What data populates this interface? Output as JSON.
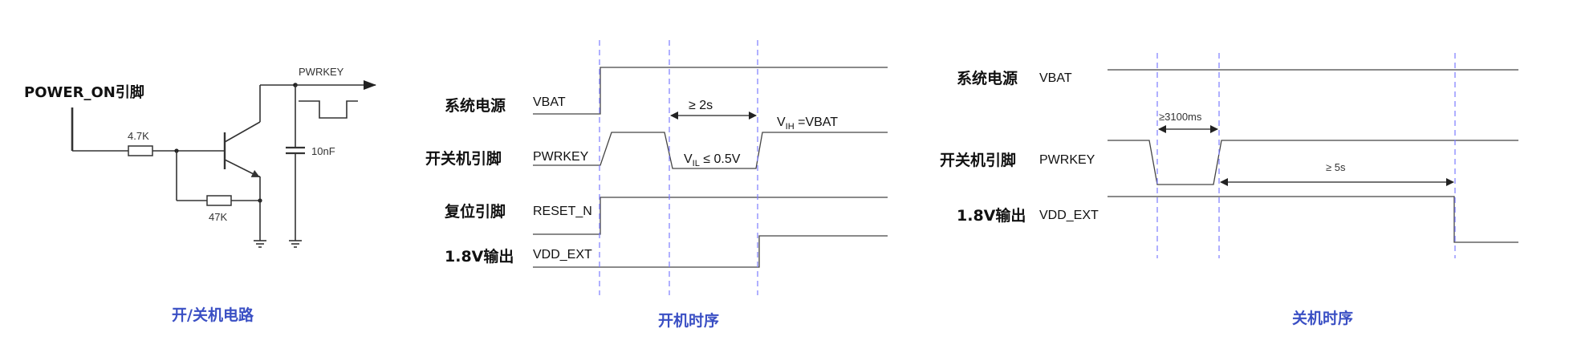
{
  "circuit": {
    "input_label": "POWER_ON引脚",
    "r1": "4.7K",
    "r2": "47K",
    "cap": "10nF",
    "output_label": "PWRKEY",
    "caption": "开/关机电路"
  },
  "power_on": {
    "caption": "开机时序",
    "signals": [
      {
        "cn": "系统电源",
        "en": "VBAT"
      },
      {
        "cn": "开关机引脚",
        "en": "PWRKEY"
      },
      {
        "cn": "复位引脚",
        "en": "RESET_N"
      },
      {
        "cn": "1.8V输出",
        "en": "VDD_EXT"
      }
    ],
    "min_press": "≥ 2s",
    "vil_label": "V",
    "vil_sub": "IL",
    "vil_rest": " ≤ 0.5V",
    "vih_label": "V",
    "vih_sub": "IH",
    "vih_rest": " =VBAT"
  },
  "power_off": {
    "caption": "关机时序",
    "signals": [
      {
        "cn": "系统电源",
        "en": "VBAT"
      },
      {
        "cn": "开关机引脚",
        "en": "PWRKEY"
      },
      {
        "cn": "1.8V输出",
        "en": "VDD_EXT"
      }
    ],
    "min_press": "≥3100ms",
    "min_off": "≥ 5s"
  },
  "colors": {
    "caption": "#3a4fc4",
    "dashed_marker": "#7b7bff",
    "wire": "#333333"
  }
}
